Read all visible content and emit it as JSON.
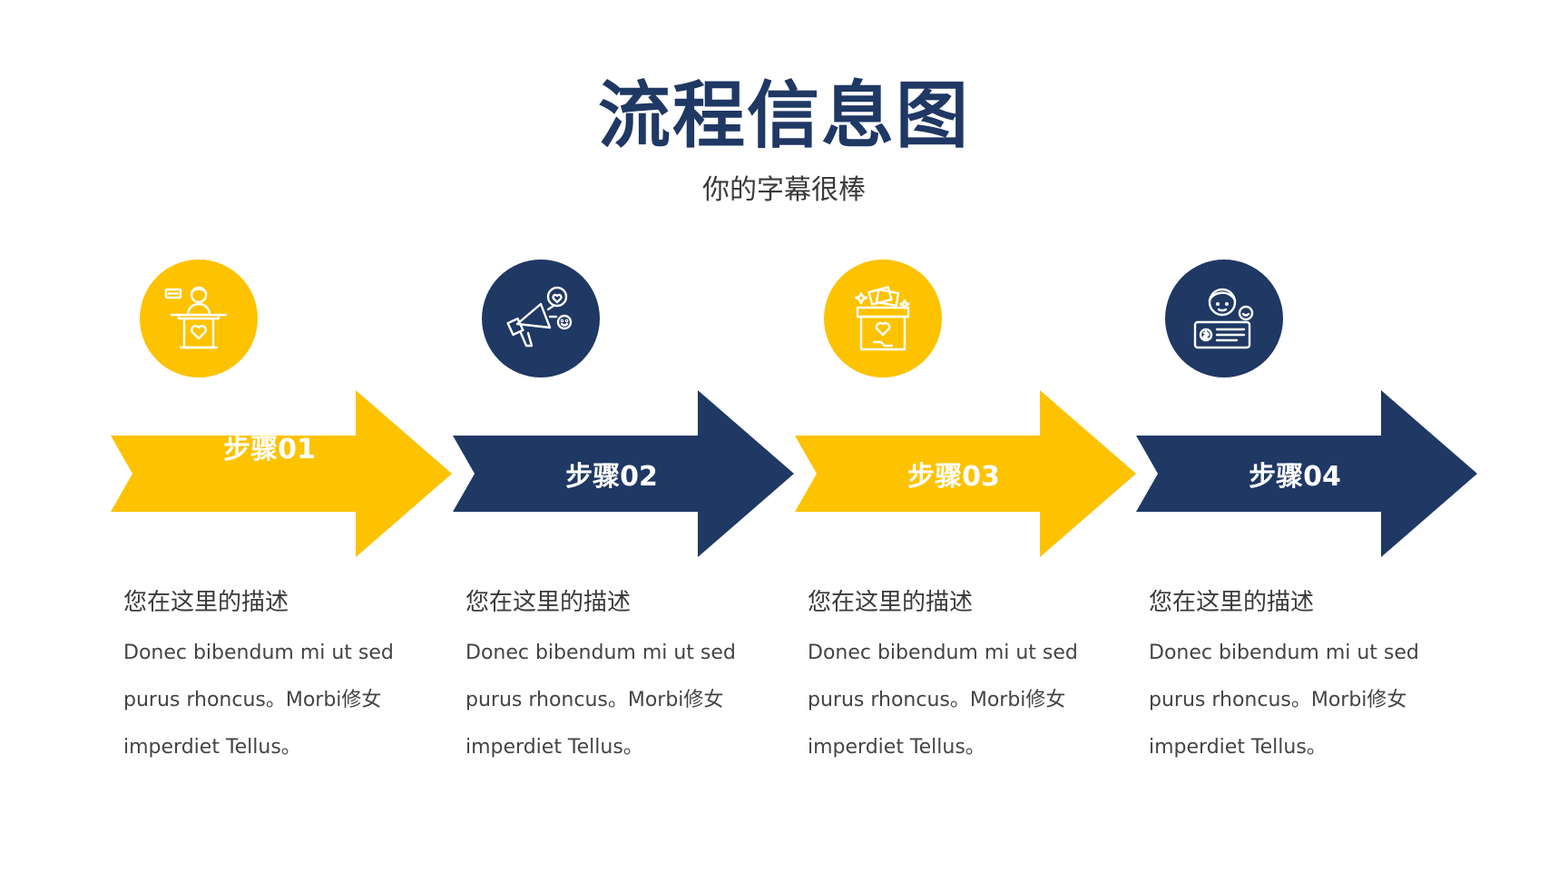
{
  "header": {
    "title": "流程信息图",
    "subtitle": "你的字幕很棒"
  },
  "colors": {
    "yellow": "#fdc200",
    "navy": "#1f3864",
    "white": "#ffffff"
  },
  "steps": [
    {
      "label": "步骤01",
      "color": "yellow",
      "icon": "speaker-podium-icon",
      "desc_title": "您在这里的描述",
      "desc_body": "Donec bibendum mi ut sed purus rhoncus。Morbi修女imperdiet Tellus。"
    },
    {
      "label": "步骤02",
      "color": "navy",
      "icon": "megaphone-icon",
      "desc_title": "您在这里的描述",
      "desc_body": "Donec bibendum mi ut sed purus rhoncus。Morbi修女imperdiet Tellus。"
    },
    {
      "label": "步骤03",
      "color": "yellow",
      "icon": "donation-box-icon",
      "desc_title": "您在这里的描述",
      "desc_body": "Donec bibendum mi ut sed purus rhoncus。Morbi修女imperdiet Tellus。"
    },
    {
      "label": "步骤04",
      "color": "navy",
      "icon": "person-check-icon",
      "desc_title": "您在这里的描述",
      "desc_body": "Donec bibendum mi ut sed purus rhoncus。Morbi修女imperdiet Tellus。"
    }
  ]
}
